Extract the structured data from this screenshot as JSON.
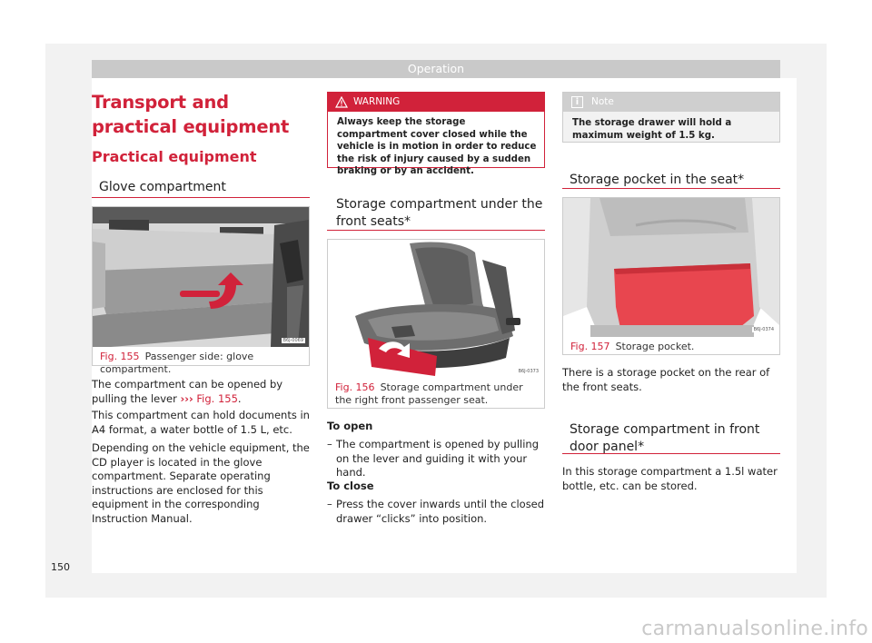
{
  "header": {
    "title": "Operation"
  },
  "headings": {
    "main_title": "Transport and practical equipment",
    "section_title": "Practical equipment",
    "glove": "Glove compartment",
    "under_seat": "Storage compartment under the front seats*",
    "seat_pocket": "Storage pocket in the seat*",
    "door_panel": "Storage compartment in front door panel*"
  },
  "figures": {
    "fig155": {
      "num": "Fig. 155",
      "caption": "Passenger side: glove compartment.",
      "code": "B6J-0069"
    },
    "fig156": {
      "num": "Fig. 156",
      "caption": "Storage compartment under the right front passenger seat.",
      "code": "B6J-0373"
    },
    "fig157": {
      "num": "Fig. 157",
      "caption": "Storage pocket.",
      "code": "B6J-0374"
    }
  },
  "glove_text": {
    "p1_a": "The compartment can be opened by pulling the lever",
    "p1_arrow": "›››",
    "p1_ref": "Fig. 155",
    "p1_end": ".",
    "p2": "This compartment can hold documents in A4 format, a water bottle of 1.5 L, etc.",
    "p3": "Depending on the vehicle equipment, the CD player is located in the glove compartment. Separate operating instructions are enclosed for this equipment in the corresponding Instruction Manual."
  },
  "warning": {
    "label": "WARNING",
    "text": "Always keep the storage compartment cover closed while the vehicle is in motion in order to reduce the risk of injury caused by a sudden braking or by an accident."
  },
  "note": {
    "label": "Note",
    "text": "The storage drawer will hold a maximum weight of 1.5 kg."
  },
  "under_seat_text": {
    "open_title": "To open",
    "open_step": "The compartment is opened by pulling on the lever and guiding it with your hand.",
    "close_title": "To close",
    "close_step": "Press the cover inwards until the closed drawer “clicks” into position.",
    "dash": "–"
  },
  "seat_pocket_text": "There is a storage pocket on the rear of the front seats.",
  "door_panel_text": "In this storage compartment a 1.5l water bottle, etc. can be stored.",
  "page_number": "150",
  "watermark": "carmanualsonline.info",
  "colors": {
    "accent": "#d1223a",
    "header_gray": "#c9c9c9",
    "note_gray": "#cfcfcf"
  }
}
